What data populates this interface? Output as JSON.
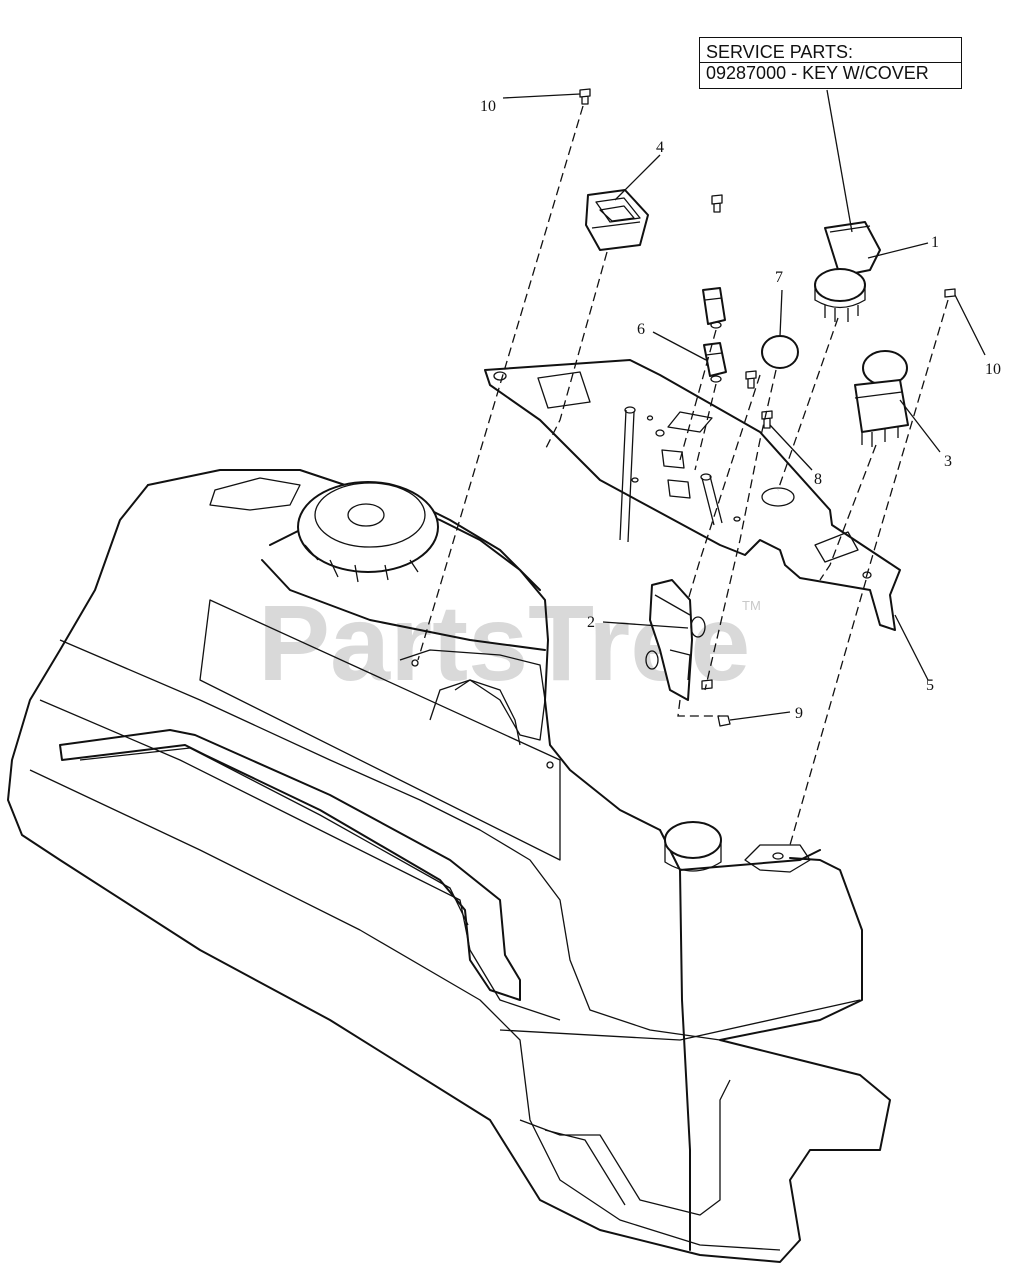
{
  "watermark": {
    "text": "PartsTree",
    "trademark": "TM"
  },
  "service_parts": {
    "line1": "SERVICE PARTS:",
    "line2": "09287000 - KEY W/COVER"
  },
  "callouts": {
    "c1": "1",
    "c2": "2",
    "c3": "3",
    "c4": "4",
    "c5": "5",
    "c6": "6",
    "c7": "7",
    "c8": "8",
    "c9": "9",
    "c10a": "10",
    "c10b": "10"
  }
}
